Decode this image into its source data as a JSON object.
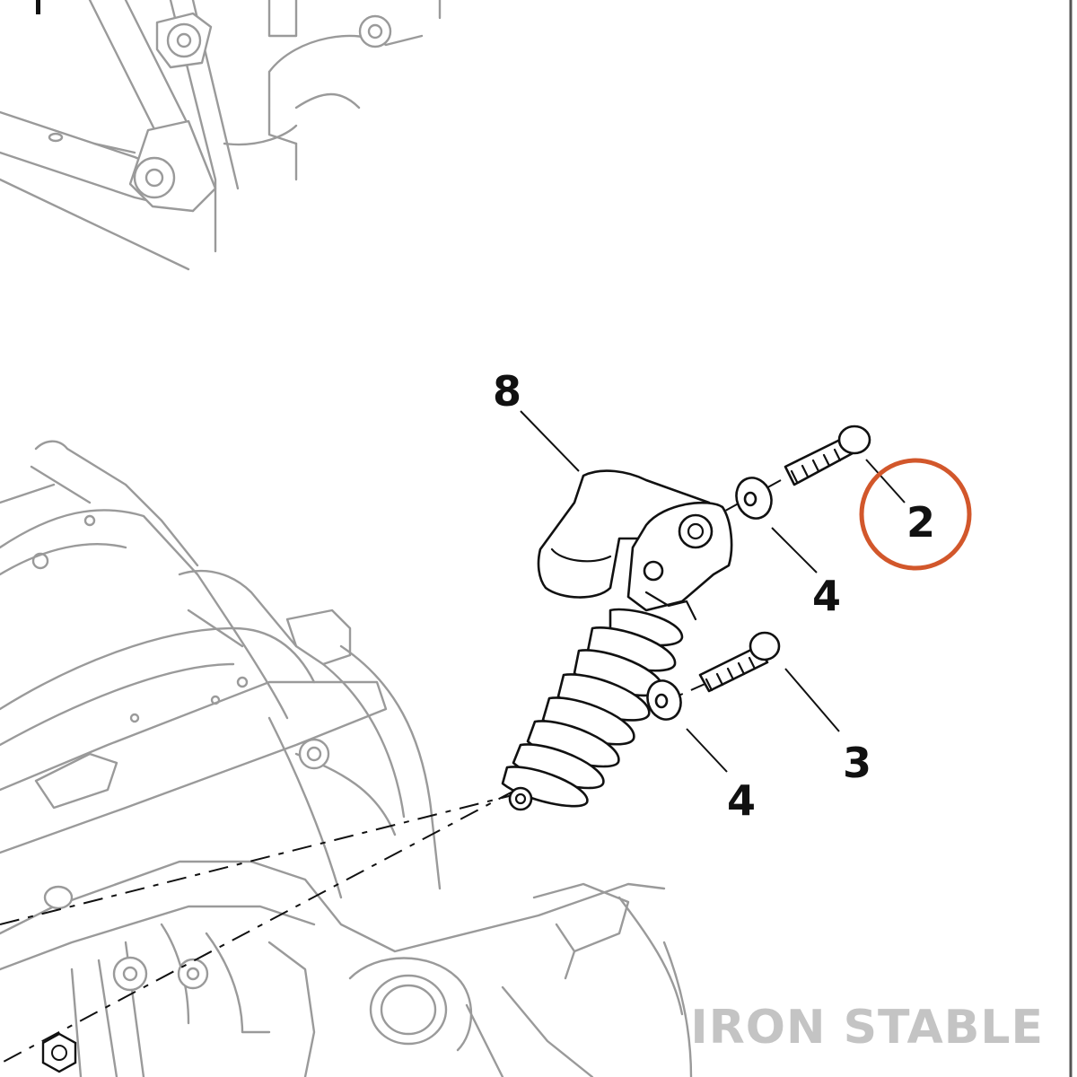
{
  "callouts": [
    {
      "id": "item-8",
      "label": "8"
    },
    {
      "id": "item-2",
      "label": "2"
    },
    {
      "id": "item-4-upper",
      "label": "4"
    },
    {
      "id": "item-3",
      "label": "3"
    },
    {
      "id": "item-4-lower",
      "label": "4"
    }
  ],
  "watermark": {
    "text": "IRON STABLE"
  },
  "colors": {
    "highlight_circle": "#d2572b",
    "frame_stroke": "#9a9a9a",
    "part_stroke": "#111111",
    "watermark": "#c4c4c4"
  }
}
